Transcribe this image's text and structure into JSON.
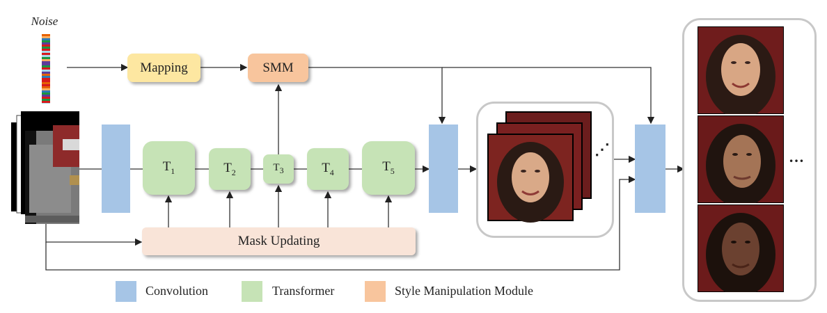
{
  "noise_label": "Noise",
  "mapping_label": "Mapping",
  "smm_label": "SMM",
  "mask_updating_label": "Mask Updating",
  "transformers": [
    {
      "base": "T",
      "sub": "1"
    },
    {
      "base": "T",
      "sub": "2"
    },
    {
      "base": "T",
      "sub": "3"
    },
    {
      "base": "T",
      "sub": "4"
    },
    {
      "base": "T",
      "sub": "5"
    }
  ],
  "ellipsis_outputs": "…",
  "ellipsis_stack": "⋰",
  "legend": [
    {
      "label": "Convolution",
      "color": "#a6c5e6"
    },
    {
      "label": "Transformer",
      "color": "#c6e3b6"
    },
    {
      "label": "Style Manipulation Module",
      "color": "#f8c59d"
    }
  ],
  "colors": {
    "convolution": "#a6c5e6",
    "transformer": "#c6e3b6",
    "smm": "#f8c59d",
    "mapping": "#fde7a1",
    "mask_updating": "#f9e4d8",
    "noise_stripes": [
      "#d7191c",
      "#2c7bb6",
      "#fdae61",
      "#abd9e9",
      "#1a9641",
      "#e66101",
      "#5e3c99"
    ]
  }
}
